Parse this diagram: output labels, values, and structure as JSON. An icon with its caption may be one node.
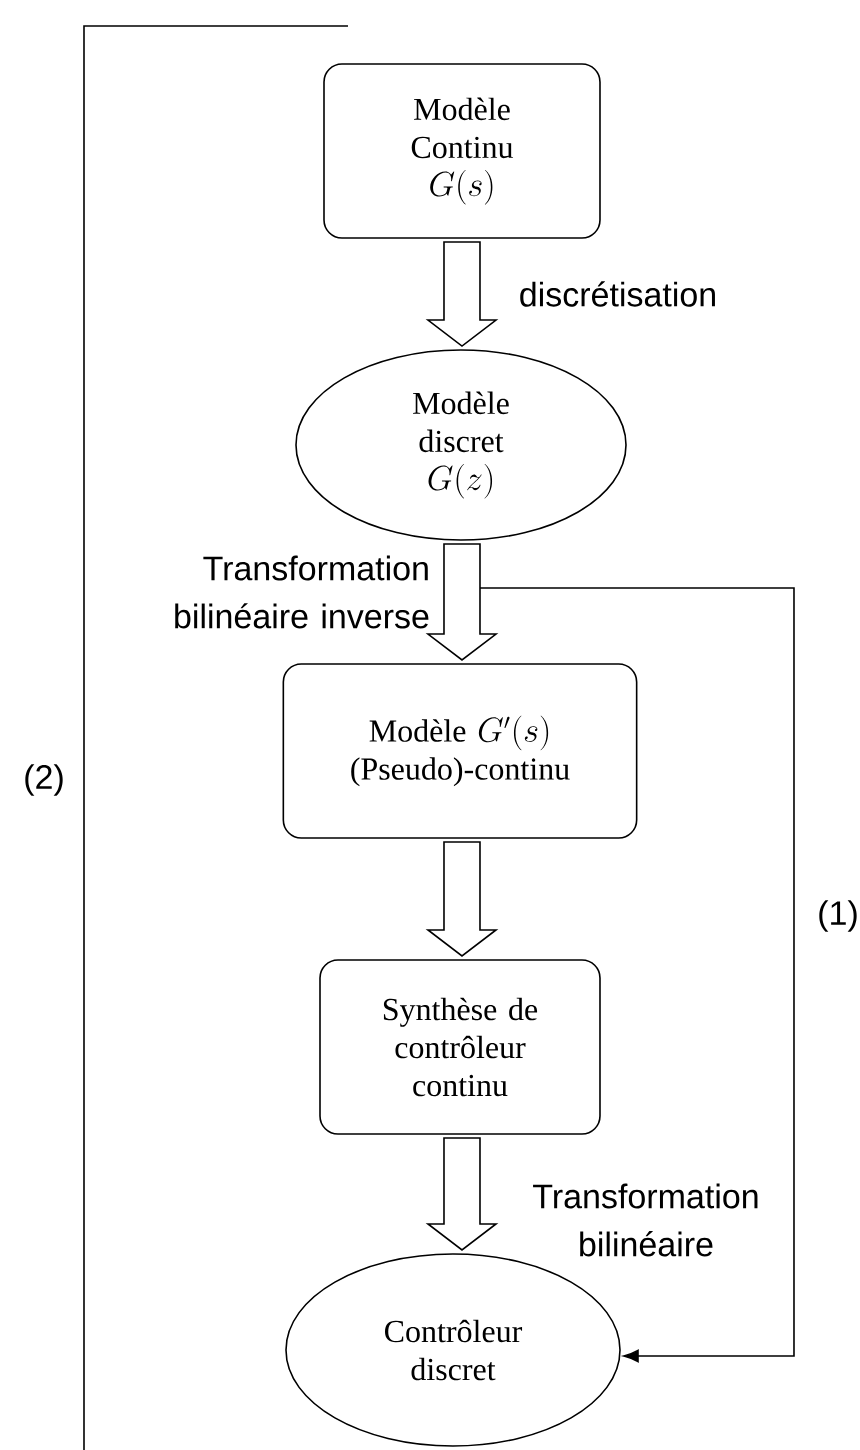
{
  "diagram": {
    "nodes": [
      {
        "text": [
          "Modèle Continu",
          "G(s)"
        ]
      },
      {
        "text": [
          "Modèle discret",
          "G(z)"
        ]
      },
      {
        "text": [
          "Modèle",
          "G'(s)",
          "(Pseudo)-continu"
        ]
      },
      {
        "text": [
          "Synthèse de contrôleur continu"
        ]
      },
      {
        "text": [
          "Contrôleur discret"
        ]
      }
    ],
    "edges": [
      {
        "from": 0,
        "to": 1,
        "arrow": "to",
        "label": "discrétisation"
      },
      {
        "from": 1,
        "to": 2,
        "arrow": "to",
        "label": "Transformation bilinéaire inverse"
      },
      {
        "from": 2,
        "to": 3,
        "arrow": "to"
      },
      {
        "from": 3,
        "to": 4,
        "arrow": "to",
        "label": "Transformation bilinéaire"
      },
      {
        "from": 1,
        "to": 4,
        "arrow": "to",
        "label": "(1)"
      }
    ],
    "labels": [
      "(2)"
    ]
  }
}
